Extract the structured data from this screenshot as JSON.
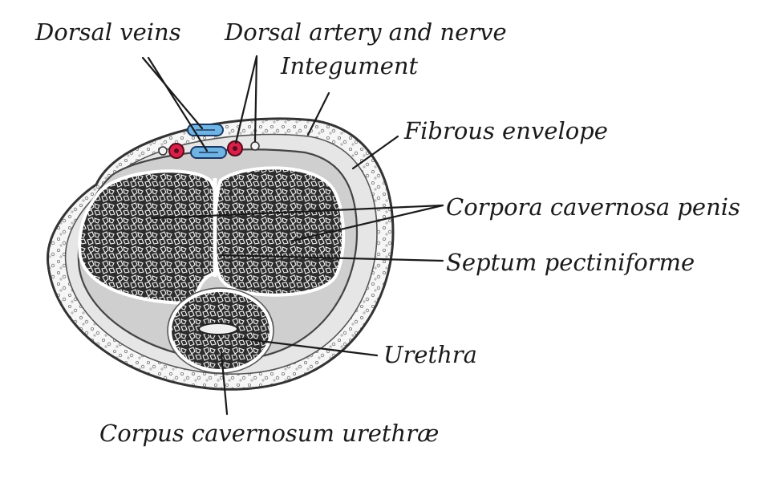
{
  "labels": {
    "dorsal_veins": "Dorsal veins",
    "dorsal_artery_nerve": "Dorsal artery and nerve",
    "integument": "Integument",
    "fibrous_envelope": "Fibrous envelope",
    "corpora_cavernosa": "Corpora cavernosa penis",
    "septum": "Septum pectiniforme",
    "urethra": "Urethra",
    "corpus_urethrae": "Corpus cavernosum urethræ"
  },
  "colors": {
    "vein": "#6fb4e3",
    "artery": "#d9204a",
    "ink": "#1a1a1a",
    "spongy": "#2b2b2b",
    "sheath": "#bdbdbd"
  }
}
